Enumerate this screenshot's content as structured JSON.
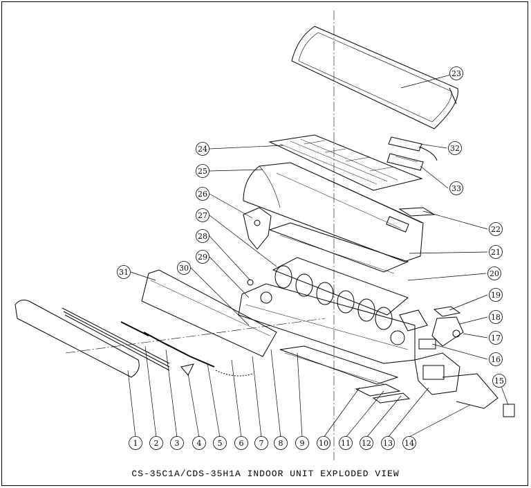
{
  "caption": "CS-35C1A/CDS-35H1A INDOOR UNIT EXPLODED VIEW",
  "callouts": [
    "1",
    "2",
    "3",
    "4",
    "5",
    "6",
    "7",
    "8",
    "9",
    "10",
    "11",
    "12",
    "13",
    "14",
    "15",
    "16",
    "17",
    "18",
    "19",
    "20",
    "21",
    "22",
    "23",
    "24",
    "25",
    "26",
    "27",
    "28",
    "29",
    "30",
    "31",
    "32",
    "33"
  ]
}
